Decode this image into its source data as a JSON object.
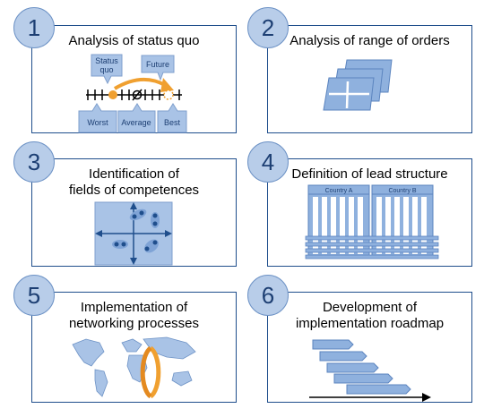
{
  "steps": [
    {
      "number": "1",
      "title": "Analysis of status quo"
    },
    {
      "number": "2",
      "title": "Analysis of range of orders"
    },
    {
      "number": "3",
      "title_line1": "Identification of",
      "title_line2": "fields of competences"
    },
    {
      "number": "4",
      "title": "Definition of lead structure"
    },
    {
      "number": "5",
      "title_line1": "Implementation of",
      "title_line2": "networking processes"
    },
    {
      "number": "6",
      "title_line1": "Development of",
      "title_line2": "implementation roadmap"
    }
  ],
  "status_quo_labels": {
    "status_quo_line1": "Status",
    "status_quo_line2": "quo",
    "future": "Future",
    "worst": "Worst",
    "average": "Average",
    "best": "Best"
  },
  "lead_structure_labels": {
    "country_a": "Country A",
    "country_b": "Country B"
  },
  "colors": {
    "panel_border": "#1f4e8c",
    "badge_fill": "#b8cde9",
    "shape_fill": "#8fb1de",
    "accent_orange": "#f0a030"
  }
}
